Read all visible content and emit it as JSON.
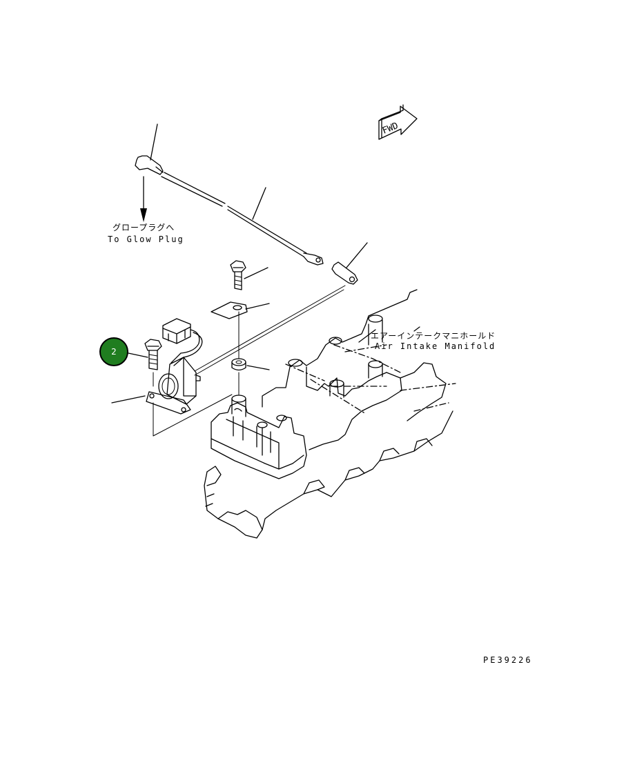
{
  "labels": {
    "glow_plug_jp": "グロープラグへ",
    "glow_plug_en": "To Glow Plug",
    "manifold_jp": "エアーインテークマニホールド",
    "manifold_en": "Air Intake Manifold",
    "fwd": "FWD",
    "drawing_code": "PE39226"
  },
  "callouts": [
    {
      "number": "2",
      "color": "#1f7d1f"
    }
  ]
}
